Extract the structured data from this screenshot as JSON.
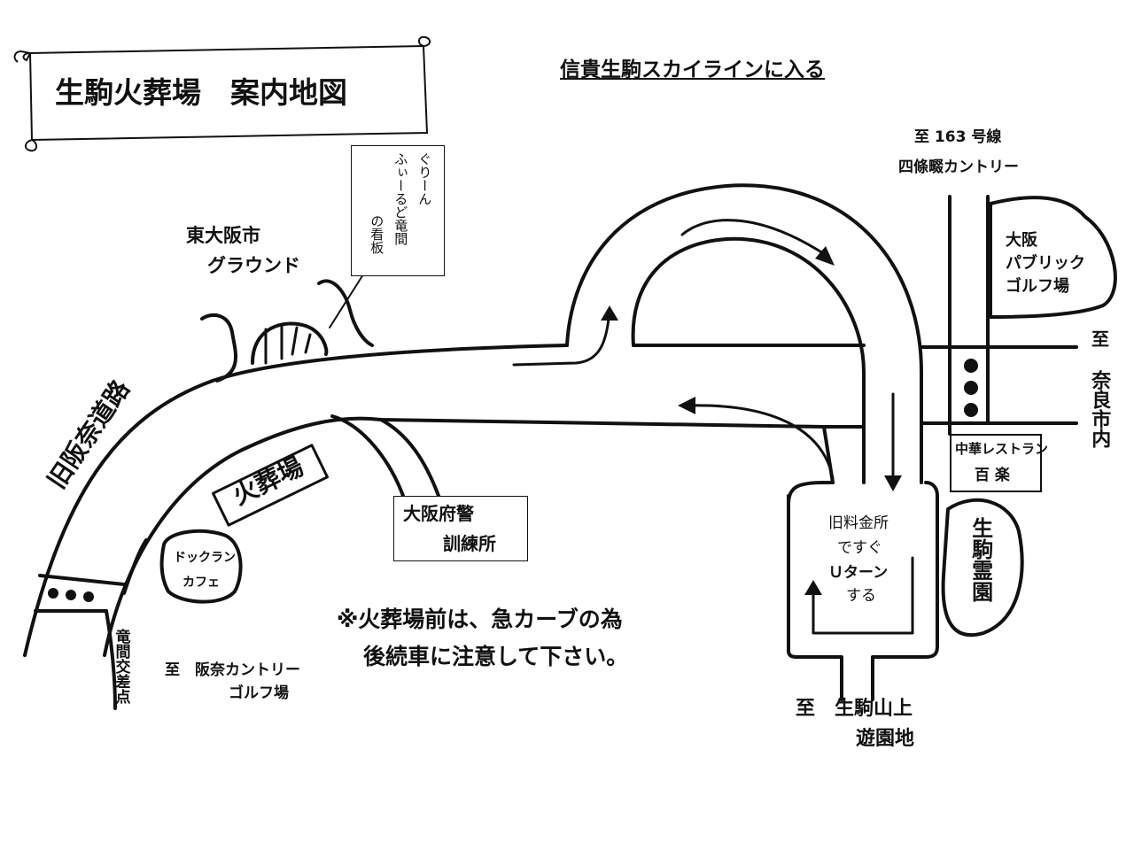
{
  "title": "生駒火葬場　案内地図",
  "top_note": "信貴生駒スカイラインに入る",
  "to_163_line1": "至 163 号線",
  "to_163_line2": "四條畷カントリー",
  "osaka_golf": [
    "大阪",
    "パブリック",
    "ゴルフ場"
  ],
  "to_nara_prefix": "至",
  "to_nara": "奈良市内",
  "chinese_restaurant": [
    "中華レストラン",
    "百 楽"
  ],
  "ikoma_cemetery": "生駒霊園",
  "old_toll": [
    "旧料金所",
    "ですぐ",
    "Ｕターン",
    "する"
  ],
  "to_ikoma_line1": "至　生駒山上",
  "to_ikoma_line2": "遊園地",
  "greenfield_sign": [
    "ぐりーん",
    "ふぃーるど竜間",
    "の看板"
  ],
  "higashiosaka_ground": [
    "東大阪市",
    "グラウンド"
  ],
  "old_road": "旧阪奈道路",
  "crematorium": "火葬場",
  "police_training": [
    "大阪府警",
    "訓練所"
  ],
  "dog_cafe": [
    "ドックラン",
    "カフェ"
  ],
  "tatsuma_crossing": "竜間交差点",
  "to_hanna_line1": "至　阪奈カントリー",
  "to_hanna_line2": "ゴルフ場",
  "warning": [
    "※火葬場前は、急カーブの為",
    "後続車に注意して下さい。"
  ]
}
